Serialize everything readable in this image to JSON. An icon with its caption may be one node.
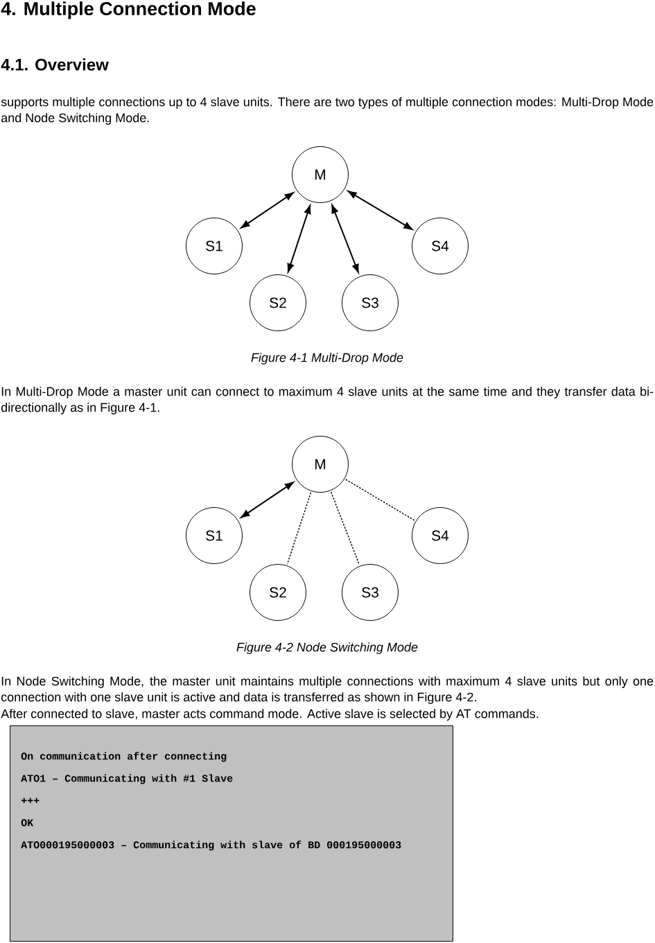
{
  "diagram": {
    "title": "4. Multiple Connection Mode",
    "nodes": [
      {
        "text": [
          "M"
        ]
      },
      {
        "text": [
          "S1"
        ]
      },
      {
        "text": [
          "S4"
        ]
      },
      {
        "text": [
          "S2"
        ]
      },
      {
        "text": [
          "S3"
        ]
      },
      {
        "text": [
          "M"
        ]
      },
      {
        "text": [
          "S1"
        ]
      },
      {
        "text": [
          "S4"
        ]
      },
      {
        "text": [
          "S2"
        ]
      },
      {
        "text": [
          "S3"
        ]
      },
      {
        "text": [
          "On communication after connecting",
          "ATO1 – Communicating with #1 Slave",
          "+++",
          "OK",
          "ATO000195000003 – Communicating with slave of BD 000195000003"
        ]
      }
    ],
    "edges": [
      {
        "from": 0,
        "to": 1,
        "arrow": "both"
      },
      {
        "from": 0,
        "to": 3,
        "arrow": "both"
      },
      {
        "from": 0,
        "to": 4,
        "arrow": "both"
      },
      {
        "from": 0,
        "to": 2,
        "arrow": "both"
      },
      {
        "from": 5,
        "to": 6,
        "arrow": "both"
      },
      {
        "from": 5,
        "to": 8,
        "arrow": "none",
        "style": "dashed"
      },
      {
        "from": 5,
        "to": 9,
        "arrow": "none",
        "style": "dashed"
      },
      {
        "from": 5,
        "to": 7,
        "arrow": "none",
        "style": "dashed"
      }
    ],
    "labels": [
      "4.1. Overview",
      "supports multiple connections up to 4 slave units. There are two types of multiple connection modes: Multi-Drop Mode and Node Switching Mode.",
      "Figure 4-1 Multi-Drop Mode",
      "In Multi-Drop Mode a master unit can connect to maximum 4 slave units at the same time and they transfer data bi-directionally as in Figure 4-1.",
      "Figure 4-2 Node Switching Mode",
      "In Node Switching Mode, the master unit maintains multiple connections with maximum 4 slave units but only one connection with one slave unit is active and data is transferred as shown in Figure 4-2.",
      "After connected to slave, master acts command mode. Active slave is selected by AT commands."
    ]
  }
}
